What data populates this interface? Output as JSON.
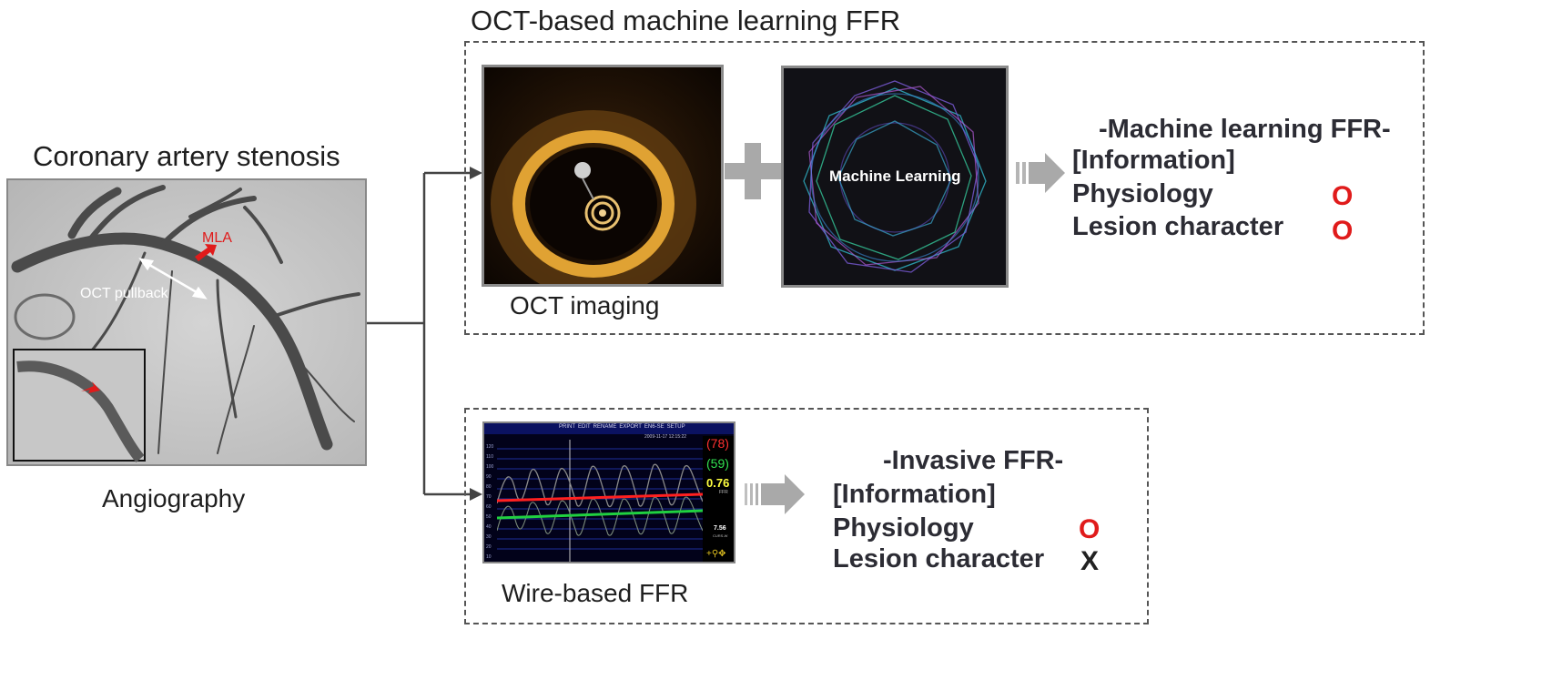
{
  "angiography": {
    "title": "Coronary artery stenosis",
    "caption": "Angiography",
    "mla_label": "MLA",
    "pullback_label": "OCT pullback"
  },
  "oct_panel": {
    "title": "OCT-based machine learning FFR",
    "oct_caption": "OCT imaging",
    "ml_label": "Machine Learning",
    "info_heading": "-Machine learning FFR-",
    "info_subheading": "[Information]",
    "rows": [
      {
        "label": "Physiology",
        "mark": "O"
      },
      {
        "label": "Lesion character",
        "mark": "O"
      }
    ]
  },
  "ffr_panel": {
    "caption": "Wire-based FFR",
    "info_heading": "-Invasive FFR-",
    "info_subheading": "[Information]",
    "rows": [
      {
        "label": "Physiology",
        "mark": "O"
      },
      {
        "label": "Lesion character",
        "mark": "X"
      }
    ],
    "monitor": {
      "menu": [
        "PRINT",
        "EDIT",
        "RENAME",
        "EXPORT",
        "EN6-SE",
        "SETUP"
      ],
      "timestamp": "2009-11-17 12:15:22",
      "pa_value": "(78)",
      "pd_value": "(59)",
      "ffr_value": "0.76",
      "ffr_label": "FFR",
      "bottom_value": "7.56",
      "bottom_label": "CURS-W",
      "y_ticks": [
        "120",
        "110",
        "100",
        "90",
        "80",
        "70",
        "60",
        "50",
        "40",
        "30",
        "20",
        "10"
      ]
    }
  },
  "colors": {
    "accent_red": "#e01b1b",
    "arrow_gray": "#a9a9a9",
    "line_dark": "#444444"
  }
}
